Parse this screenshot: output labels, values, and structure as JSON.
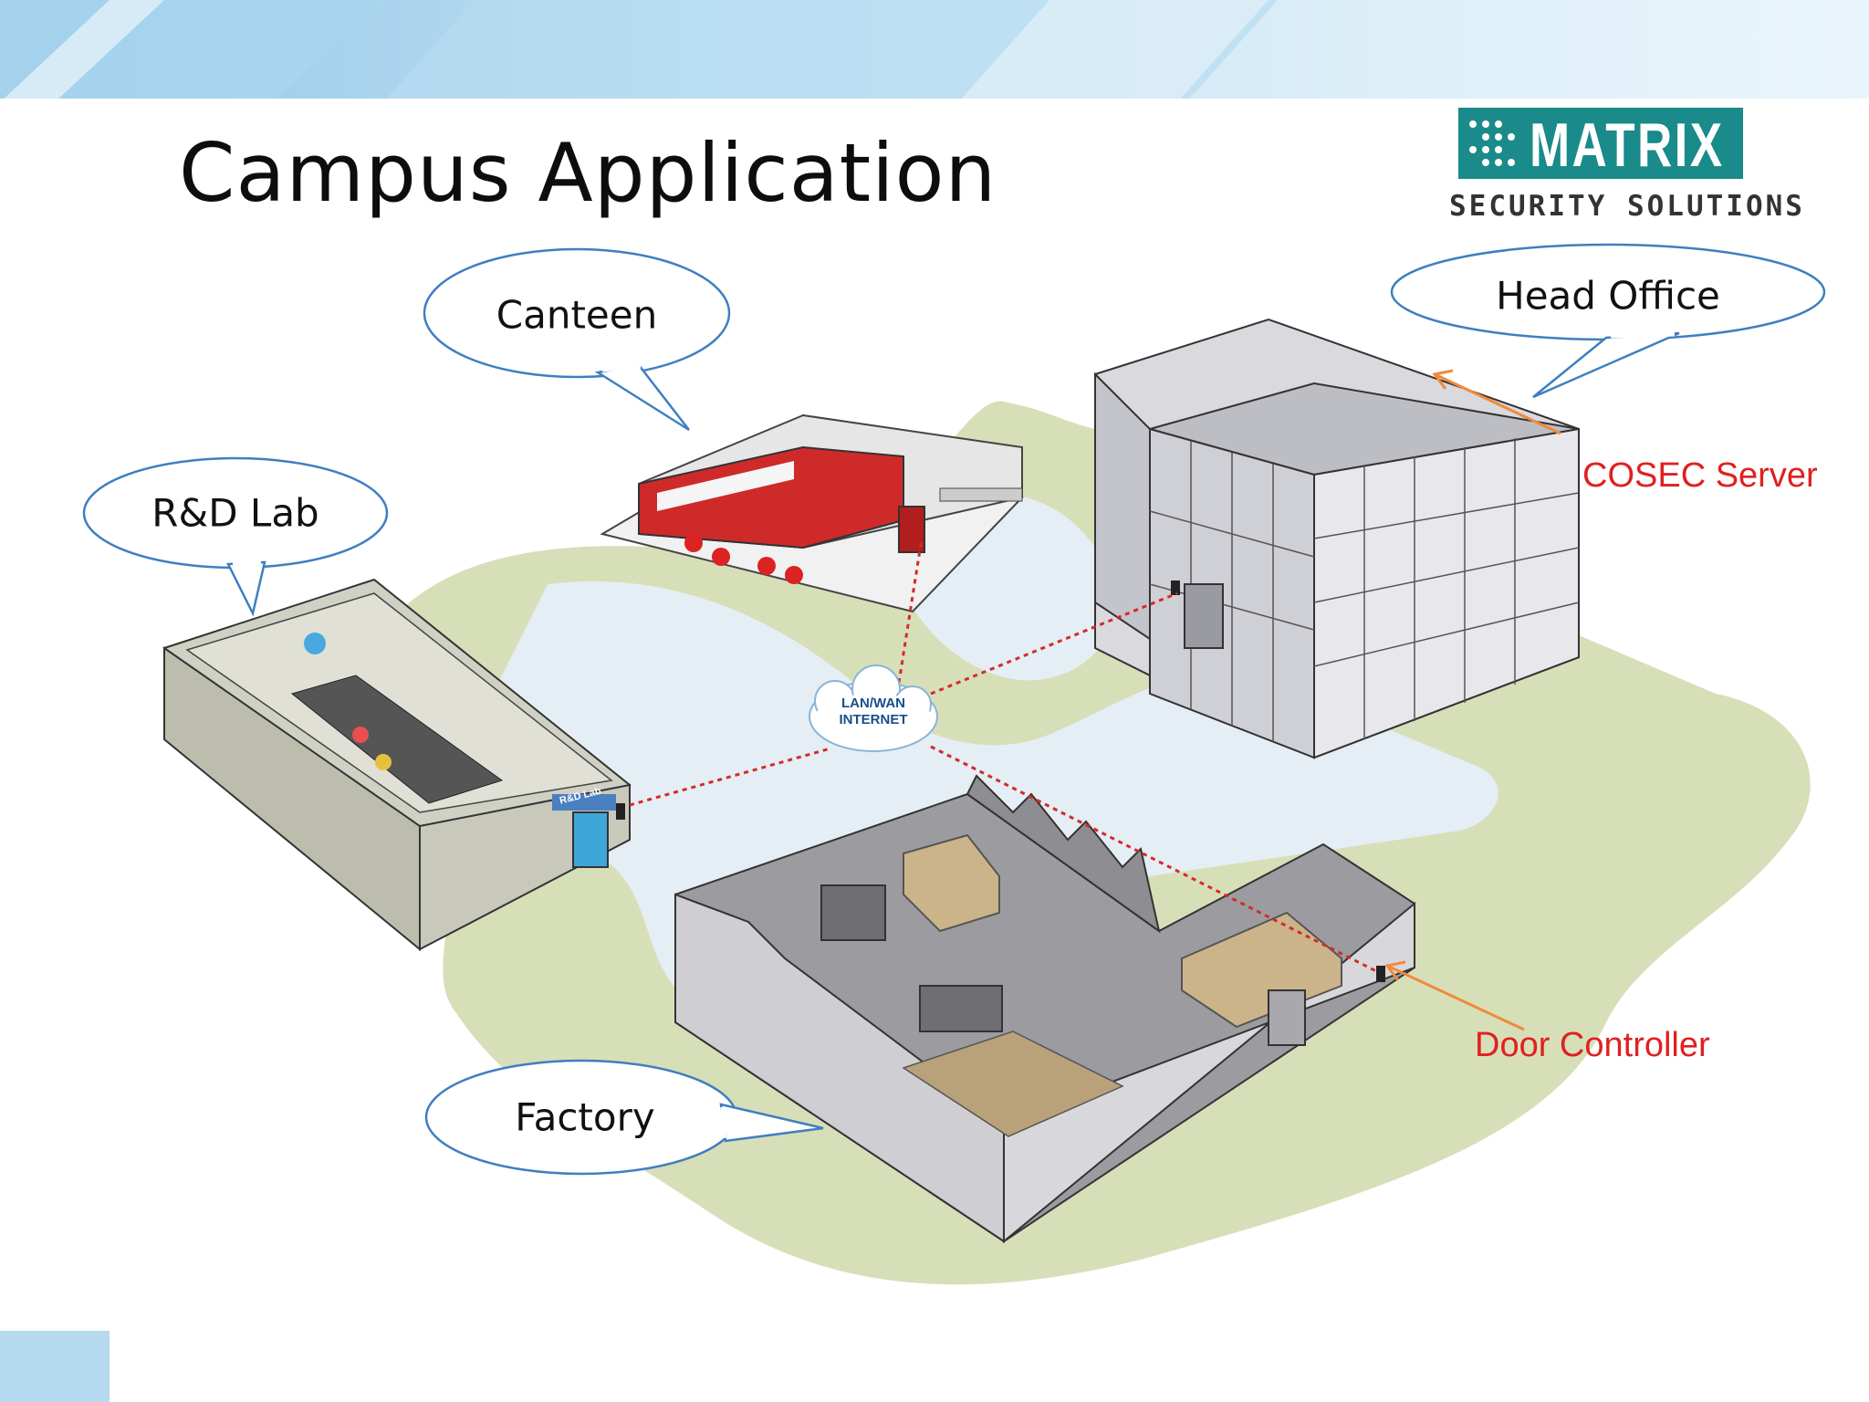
{
  "slide": {
    "title": "Campus Application"
  },
  "logo": {
    "word": "MATRIX",
    "tagline": "SECURITY SOLUTIONS"
  },
  "callouts": {
    "canteen": "Canteen",
    "head_office": "Head Office",
    "rd_lab": "R&D Lab",
    "factory": "Factory"
  },
  "annotations": {
    "cosec_server": "COSEC Server",
    "door_controller": "Door Controller"
  },
  "network": {
    "line1": "LAN/WAN",
    "line2": "INTERNET"
  },
  "building_signs": {
    "rd_lab_sign": "R&D Lab"
  },
  "colors": {
    "header_band": "#bfe0f2",
    "ground": "#d7dfb8",
    "path": "#e4eef4",
    "callout_stroke": "#3f7fc0",
    "network_line": "#d42a2a",
    "annotation_red": "#e02020",
    "annotation_arrow": "#f08a3a",
    "logo_teal": "#1a8a8a"
  }
}
